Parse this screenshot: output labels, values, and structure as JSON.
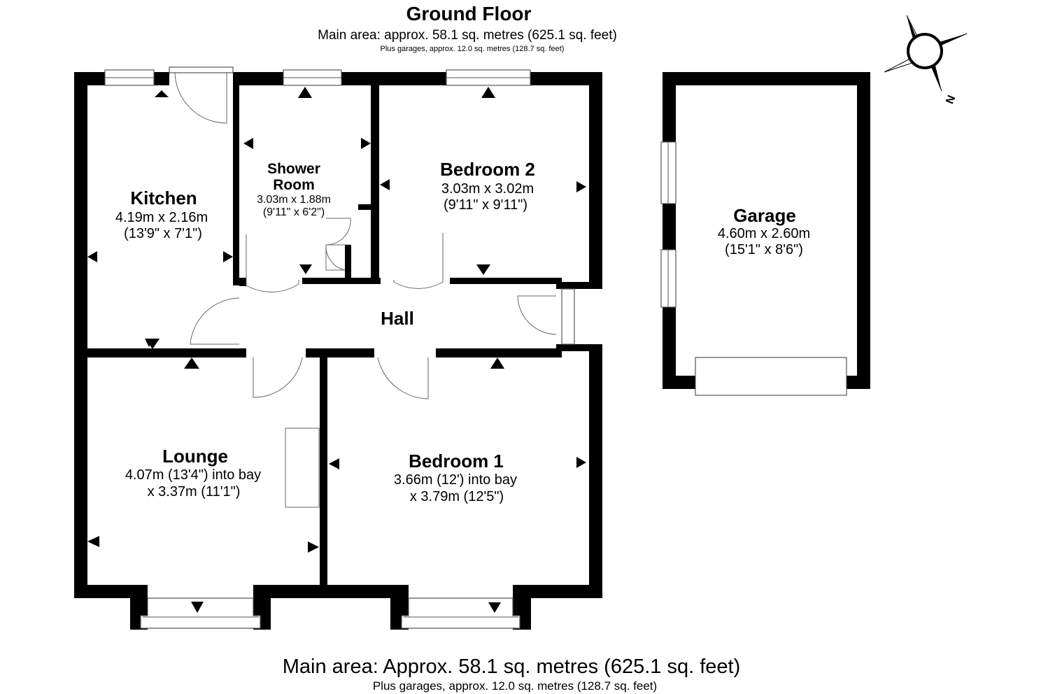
{
  "header": {
    "title": "Ground Floor",
    "main_area": "Main area: approx. 58.1 sq. metres (625.1 sq. feet)",
    "plus_garages": "Plus garages, approx. 12.0 sq. metres (128.7 sq. feet)"
  },
  "footer": {
    "main_area": "Main area: Approx. 58.1 sq. metres (625.1 sq. feet)",
    "plus_garages": "Plus garages, approx. 12.0 sq. metres (128.7 sq. feet)"
  },
  "compass": {
    "label": "N"
  },
  "rooms": {
    "kitchen": {
      "name": "Kitchen",
      "dim1": "4.19m x 2.16m",
      "dim2": "(13'9\" x 7'1\")"
    },
    "shower": {
      "name1": "Shower",
      "name2": "Room",
      "dim1": "3.03m x 1.88m",
      "dim2": "(9'11\" x 6'2\")"
    },
    "bedroom2": {
      "name": "Bedroom 2",
      "dim1": "3.03m x 3.02m",
      "dim2": "(9'11\" x 9'11\")"
    },
    "hall": {
      "name": "Hall"
    },
    "lounge": {
      "name": "Lounge",
      "dim1": "4.07m (13'4\") into bay",
      "dim2": "x 3.37m (11'1\")"
    },
    "bedroom1": {
      "name": "Bedroom 1",
      "dim1": "3.66m (12') into bay",
      "dim2": "x 3.79m (12'5\")"
    },
    "garage": {
      "name": "Garage",
      "dim1": "4.60m x 2.60m",
      "dim2": "(15'1\" x 8'6\")"
    }
  },
  "colors": {
    "wall": "#000000",
    "background": "#ffffff",
    "fixture": "#666666"
  }
}
